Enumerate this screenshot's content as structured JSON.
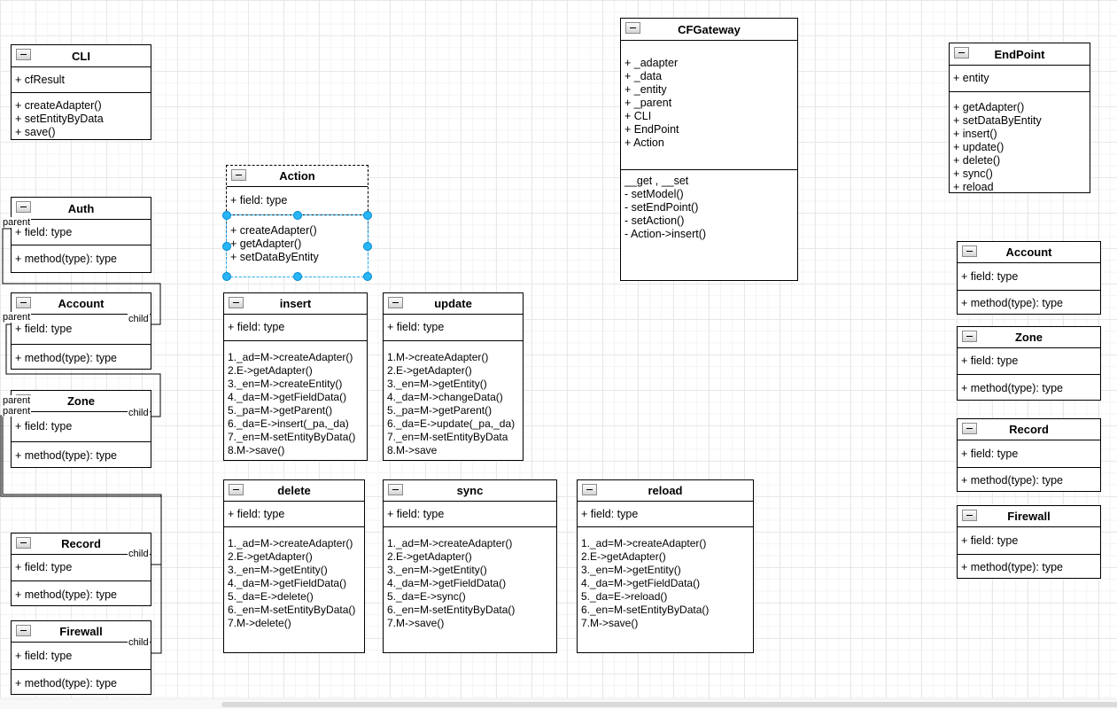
{
  "app": {
    "type": "diagram-editor-canvas",
    "diagram_type": "uml-class-diagram"
  },
  "colors": {
    "stroke": "#000000",
    "shape_fill": "#ffffff",
    "selection_handle": "#29b6f6",
    "grid_minor": "#f4f4f4",
    "grid_major": "#e8e8e8",
    "scrollbar_thumb": "#dadada"
  },
  "icons": {
    "collapse": "minus-square"
  },
  "classes": {
    "cli": {
      "title": "CLI",
      "fields": [
        "+ cfResult"
      ],
      "methods": [
        "+ createAdapter()",
        "+ setEntityByData",
        "+ save()"
      ]
    },
    "auth": {
      "title": "Auth",
      "fields": [
        "+ field: type"
      ],
      "methods": [
        "+ method(type): type"
      ]
    },
    "account": {
      "title": "Account",
      "fields": [
        "+ field: type"
      ],
      "methods": [
        "+ method(type): type"
      ]
    },
    "zone": {
      "title": "Zone",
      "fields": [
        "+ field: type"
      ],
      "methods": [
        "+ method(type): type"
      ]
    },
    "record": {
      "title": "Record",
      "fields": [
        "+ field: type"
      ],
      "methods": [
        "+ method(type): type"
      ]
    },
    "firewall": {
      "title": "Firewall",
      "fields": [
        "+ field: type"
      ],
      "methods": [
        "+ method(type): type"
      ]
    },
    "action": {
      "title": "Action",
      "fields": [
        "+ field: type"
      ],
      "methods": [
        "+ createAdapter()",
        "+ getAdapter()",
        "+ setDataByEntity"
      ]
    },
    "insert": {
      "title": "insert",
      "fields": [
        "+ field: type"
      ],
      "methods": [
        "1._ad=M->createAdapter()",
        "2.E->getAdapter()",
        "3._en=M->createEntity()",
        "4._da=M->getFieldData()",
        "5._pa=M->getParent()",
        "6._da=E->insert(_pa,_da)",
        "7._en=M-setEntityByData()",
        "8.M->save()"
      ]
    },
    "update": {
      "title": "update",
      "fields": [
        "+ field: type"
      ],
      "methods": [
        "1.M->createAdapter()",
        "2.E->getAdapter()",
        "3._en=M->getEntity()",
        "4._da=M->changeData()",
        "5._pa=M->getParent()",
        "6._da=E->update(_pa,_da)",
        "7._en=M-setEntityByData",
        "8.M->save"
      ]
    },
    "delete": {
      "title": "delete",
      "fields": [
        "+ field: type"
      ],
      "methods": [
        "1._ad=M->createAdapter()",
        "2.E->getAdapter()",
        "3._en=M->getEntity()",
        "4._da=M->getFieldData()",
        "5._da=E->delete()",
        "6._en=M-setEntityByData()",
        "7.M->delete()"
      ]
    },
    "sync": {
      "title": "sync",
      "fields": [
        "+ field: type"
      ],
      "methods": [
        "1._ad=M->createAdapter()",
        "2.E->getAdapter()",
        "3._en=M->getEntity()",
        "4._da=M->getFieldData()",
        "5._da=E->sync()",
        "6._en=M-setEntityByData()",
        "7.M->save()"
      ]
    },
    "reload": {
      "title": "reload",
      "fields": [
        "+ field: type"
      ],
      "methods": [
        "1._ad=M->createAdapter()",
        "2.E->getAdapter()",
        "3._en=M->getEntity()",
        "4._da=M->getFieldData()",
        "5._da=E->reload()",
        "6._en=M-setEntityByData()",
        "7.M->save()"
      ]
    },
    "cfgateway": {
      "title": "CFGateway",
      "fields": [
        "+ _adapter",
        "+ _data",
        "+ _entity",
        "+ _parent",
        "+ CLI",
        "+ EndPoint",
        "+ Action"
      ],
      "methods": [
        "__get , __set",
        "- setModel()",
        "- setEndPoint()",
        "- setAction()",
        "- Action->insert()"
      ]
    },
    "endpoint": {
      "title": "EndPoint",
      "fields": [
        "+ entity"
      ],
      "methods": [
        "+ getAdapter()",
        "+ setDataByEntity",
        "+ insert()",
        "+ update()",
        "+ delete()",
        "+ sync()",
        "+ reload"
      ]
    }
  },
  "relationships": [
    {
      "from": "Auth",
      "from_label": "parent",
      "to": "Account",
      "to_label": "child"
    },
    {
      "from": "Account",
      "from_label": "parent",
      "to": "Zone",
      "to_label": "child"
    },
    {
      "from": "Zone",
      "from_label": "parent",
      "to": "Record",
      "to_label": "child"
    },
    {
      "from": "Zone",
      "from_label": "parent",
      "to": "Firewall",
      "to_label": "child"
    }
  ],
  "selection": {
    "selected_element": "Action methods compartment"
  }
}
